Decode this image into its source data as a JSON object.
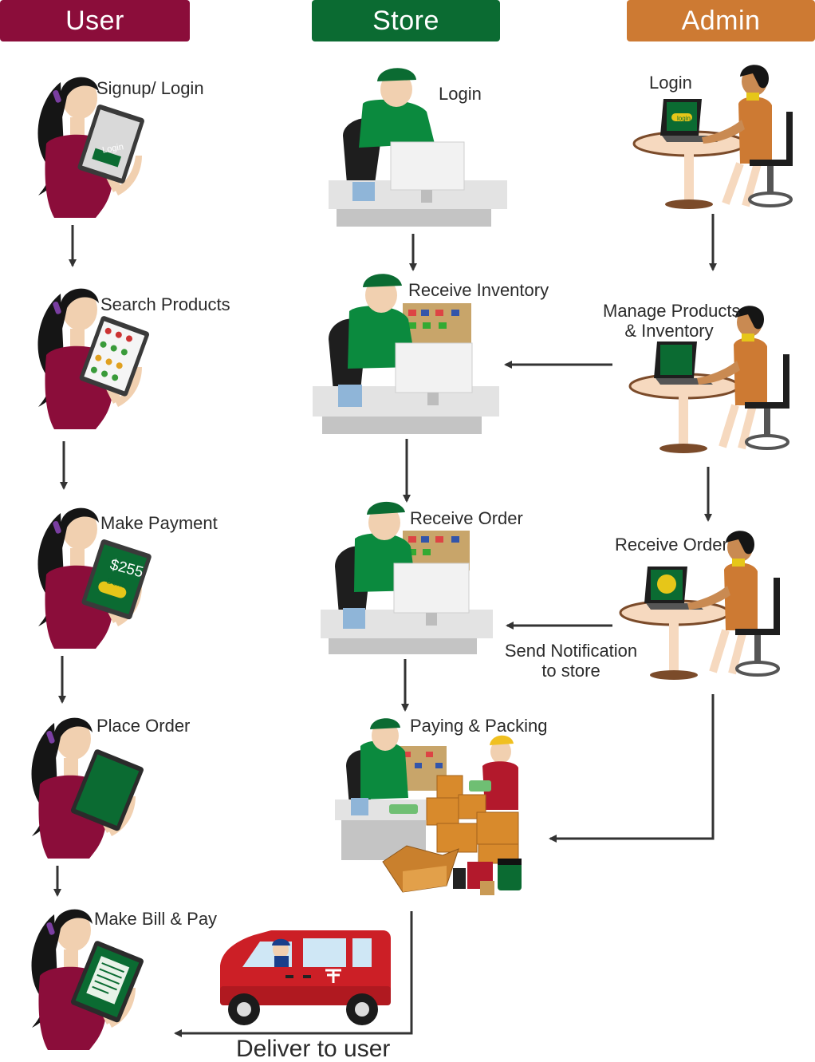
{
  "headers": {
    "user": "User",
    "store": "Store",
    "admin": "Admin"
  },
  "user_steps": {
    "s1": "Signup/ Login",
    "s2": "Search Products",
    "s3": "Make Payment",
    "s4": "Place Order",
    "s5": "Make Bill & Pay"
  },
  "store_steps": {
    "s1": "Login",
    "s2": "Receive Inventory",
    "s3": "Receive Order",
    "s4": "Paying & Packing"
  },
  "admin_steps": {
    "s1": "Login",
    "s2_line1": "Manage Products",
    "s2_line2": "& Inventory",
    "s3": "Receive Order"
  },
  "edges": {
    "notify_line1": "Send Notification",
    "notify_line2": "to store",
    "deliver": "Deliver to user"
  },
  "screen_text": {
    "tablet_login": "Login",
    "laptop_login": "login",
    "price": "$255",
    "done": "Done"
  },
  "colors": {
    "user": "#8b0d3a",
    "store": "#0b6b32",
    "admin": "#cd7a33",
    "arrow": "#333333"
  }
}
